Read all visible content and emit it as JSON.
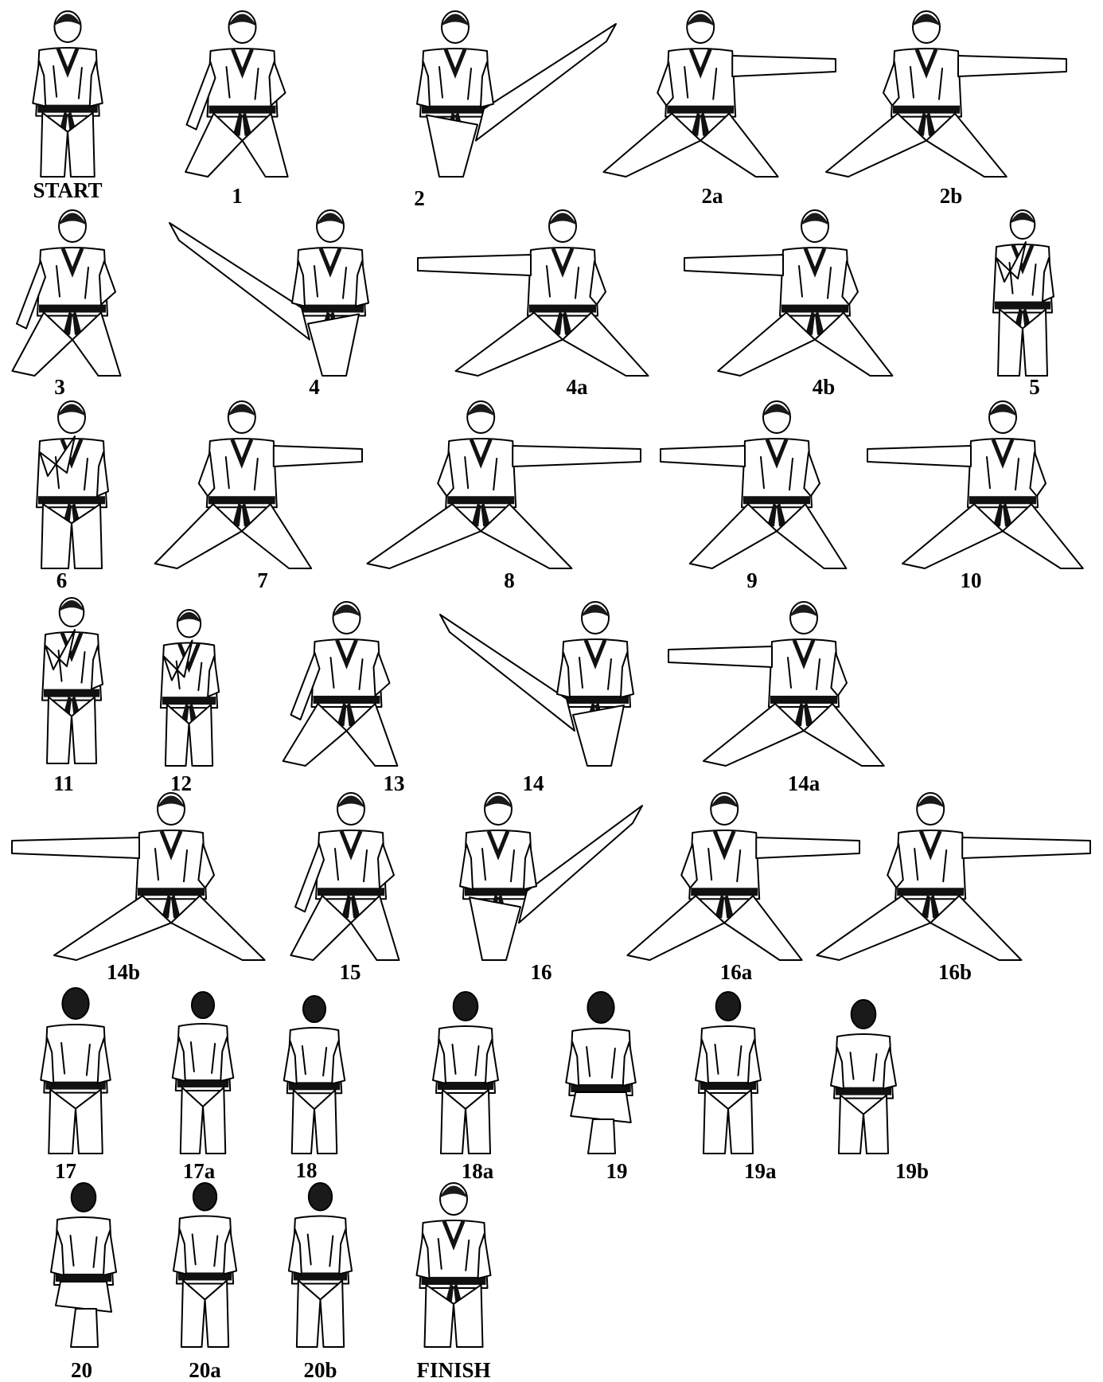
{
  "sequence": {
    "rows": [
      {
        "poses": [
          {
            "label": "START",
            "stance": "ready"
          },
          {
            "label": "1",
            "stance": "side-chamber"
          },
          {
            "label": "2",
            "stance": "high-kick-right"
          },
          {
            "label": "2a",
            "stance": "punch-right"
          },
          {
            "label": "2b",
            "stance": "punch-right"
          }
        ]
      },
      {
        "poses": [
          {
            "label": "3",
            "stance": "low-block"
          },
          {
            "label": "4",
            "stance": "high-kick-left"
          },
          {
            "label": "4a",
            "stance": "punch-left"
          },
          {
            "label": "4b",
            "stance": "punch-left"
          },
          {
            "label": "5",
            "stance": "guard"
          }
        ]
      },
      {
        "poses": [
          {
            "label": "6",
            "stance": "guard"
          },
          {
            "label": "7",
            "stance": "knife-hand-right"
          },
          {
            "label": "8",
            "stance": "punch-right"
          },
          {
            "label": "9",
            "stance": "knife-hand-left"
          },
          {
            "label": "10",
            "stance": "punch-left"
          }
        ]
      },
      {
        "poses": [
          {
            "label": "11",
            "stance": "guard"
          },
          {
            "label": "12",
            "stance": "guard"
          },
          {
            "label": "13",
            "stance": "low-block"
          },
          {
            "label": "14",
            "stance": "high-kick-left"
          },
          {
            "label": "14a",
            "stance": "punch-left"
          }
        ]
      },
      {
        "poses": [
          {
            "label": "14b",
            "stance": "punch-left-wide"
          },
          {
            "label": "15",
            "stance": "low-block"
          },
          {
            "label": "16",
            "stance": "high-kick-right"
          },
          {
            "label": "16a",
            "stance": "punch-right"
          },
          {
            "label": "16b",
            "stance": "punch-right"
          }
        ]
      },
      {
        "poses": [
          {
            "label": "17",
            "stance": "back"
          },
          {
            "label": "17a",
            "stance": "back"
          },
          {
            "label": "18",
            "stance": "back"
          },
          {
            "label": "18a",
            "stance": "back"
          },
          {
            "label": "19",
            "stance": "back-knee"
          },
          {
            "label": "19a",
            "stance": "back"
          },
          {
            "label": "19b",
            "stance": "back"
          }
        ]
      },
      {
        "poses": [
          {
            "label": "20",
            "stance": "back-knee"
          },
          {
            "label": "20a",
            "stance": "back"
          },
          {
            "label": "20b",
            "stance": "back"
          },
          {
            "label": "FINISH",
            "stance": "ready"
          }
        ]
      }
    ]
  },
  "colors": {
    "ink": "#000000",
    "gi": "#ffffff",
    "belt": "#111111",
    "hair": "#1a1a1a",
    "paper": "#ffffff"
  }
}
